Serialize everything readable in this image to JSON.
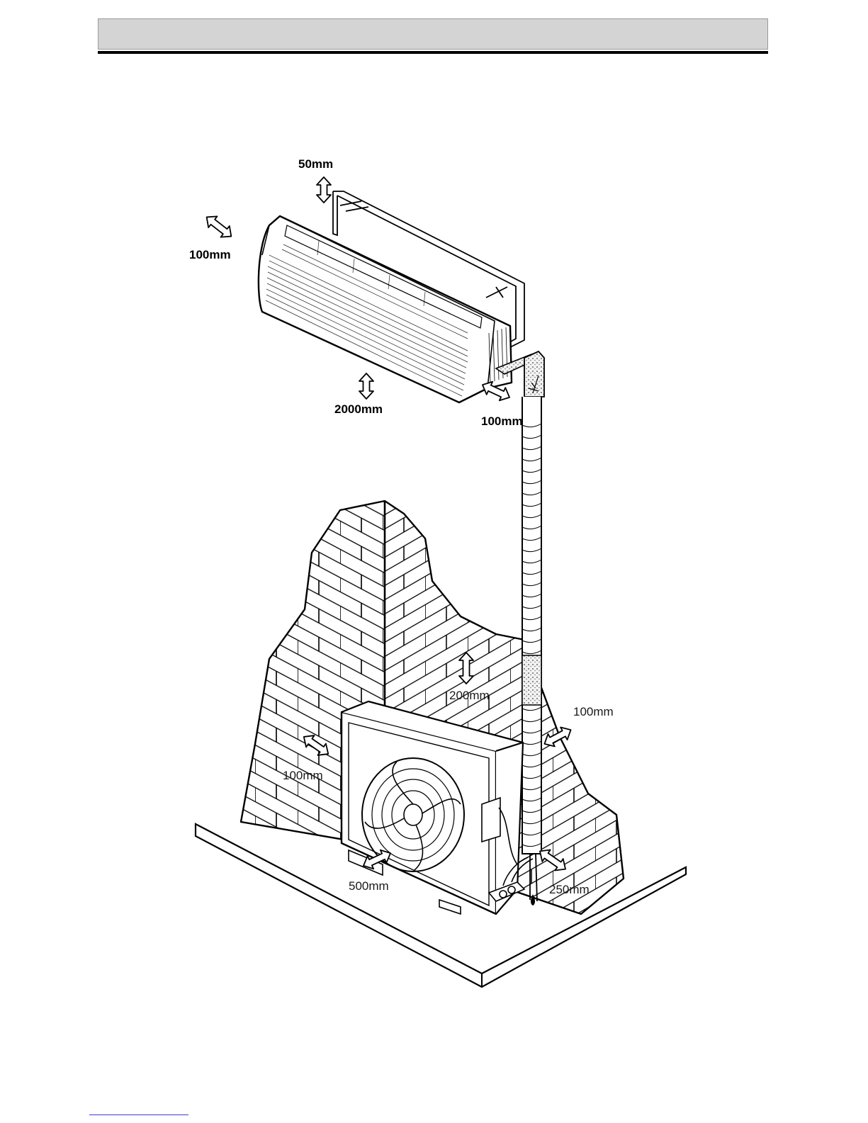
{
  "header": {
    "title": ""
  },
  "diagram": {
    "labels": {
      "indoor_top": "50mm",
      "indoor_left": "100mm",
      "indoor_bottom": "2000mm",
      "indoor_right": "100mm",
      "outdoor_top": "200mm",
      "outdoor_left": "100mm",
      "outdoor_right": "100mm",
      "outdoor_front": "500mm",
      "outdoor_back": "250mm"
    }
  },
  "colors": {
    "ink": "#000000",
    "header_fill": "#d4d4d4",
    "foam": "#e8e8e8"
  }
}
